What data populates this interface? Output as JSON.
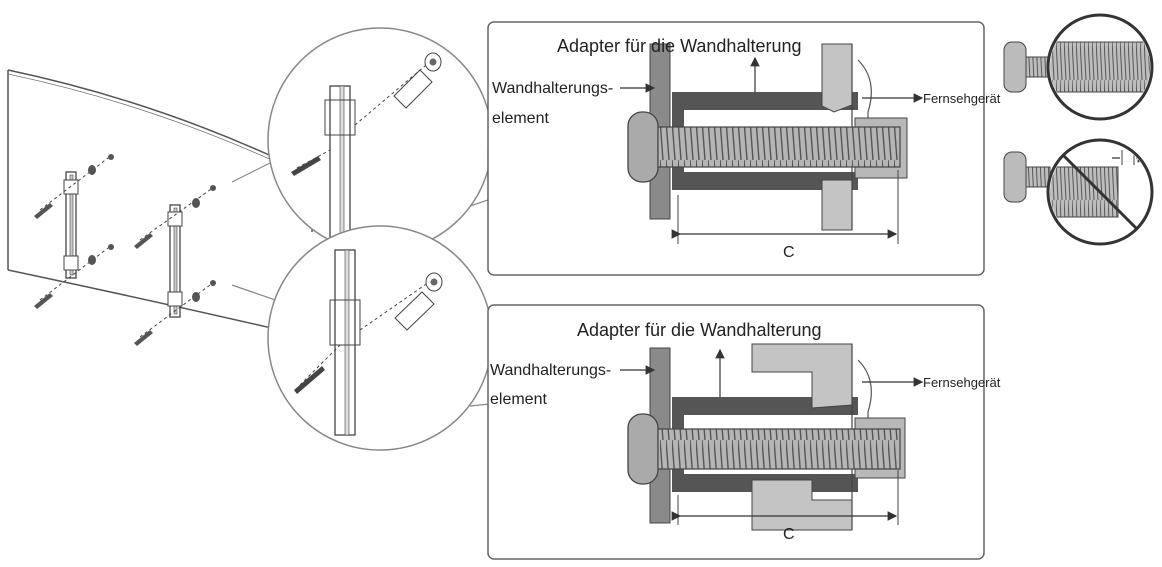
{
  "panels": [
    {
      "title": "Adapter für die Wandhalterung",
      "bracket_label_line1": "Wandhalterungs-",
      "bracket_label_line2": "element",
      "tv_label": "Fernsehgerät",
      "dimension_label": "C"
    },
    {
      "title": "Adapter für die Wandhalterung",
      "bracket_label_line1": "Wandhalterungs-",
      "bracket_label_line2": "element",
      "tv_label": "Fernsehgerät",
      "dimension_label": "C"
    }
  ],
  "icons": {
    "correct": "screw-fully-engaged-icon",
    "incorrect": "screw-gap-prohibited-icon"
  },
  "colors": {
    "line": "#444444",
    "wall": "#8a8a8a",
    "adapter": "#555555",
    "tv_part": "#c4c4c4",
    "screw": "#9a9a9a",
    "panel_border": "#666666"
  }
}
